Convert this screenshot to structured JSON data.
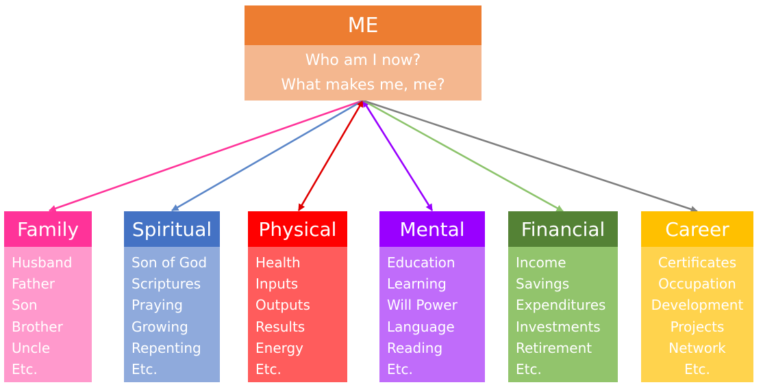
{
  "me": {
    "title": "ME",
    "lines": [
      "Who am I now?",
      "What makes me, me?"
    ],
    "title_color": "#ed7d31",
    "body_color": "#f4b78f"
  },
  "categories": [
    {
      "name": "Family",
      "items": [
        "Husband",
        "Father",
        "Son",
        "Brother",
        "Uncle",
        "Etc."
      ],
      "head_color": "#ff3399",
      "body_color": "#ff99cc",
      "arrow_color": "#ff3399"
    },
    {
      "name": "Spiritual",
      "items": [
        "Son of God",
        "Scriptures",
        "Praying",
        "Growing",
        "Repenting",
        "Etc."
      ],
      "head_color": "#4472c4",
      "body_color": "#8faadc",
      "arrow_color": "#5b86c8"
    },
    {
      "name": "Physical",
      "items": [
        "Health",
        "Inputs",
        "Outputs",
        "Results",
        "Energy",
        "Etc."
      ],
      "head_color": "#ff0000",
      "body_color": "#ff5c5c",
      "arrow_color": "#e00000"
    },
    {
      "name": "Mental",
      "items": [
        "Education",
        "Learning",
        "Will Power",
        "Language",
        "Reading",
        "Etc."
      ],
      "head_color": "#9900ff",
      "body_color": "#c06cfa",
      "arrow_color": "#9900ff"
    },
    {
      "name": "Financial",
      "items": [
        "Income",
        "Savings",
        "Expenditures",
        "Investments",
        "Retirement",
        "Etc."
      ],
      "head_color": "#548235",
      "body_color": "#92c46c",
      "arrow_color": "#8cc36b"
    },
    {
      "name": "Career",
      "items": [
        "Certificates",
        "Occupation",
        "Development",
        "Projects",
        "Network",
        "Etc."
      ],
      "head_color": "#ffc000",
      "body_color": "#ffd34d",
      "arrow_color": "#7f7f7f"
    }
  ]
}
